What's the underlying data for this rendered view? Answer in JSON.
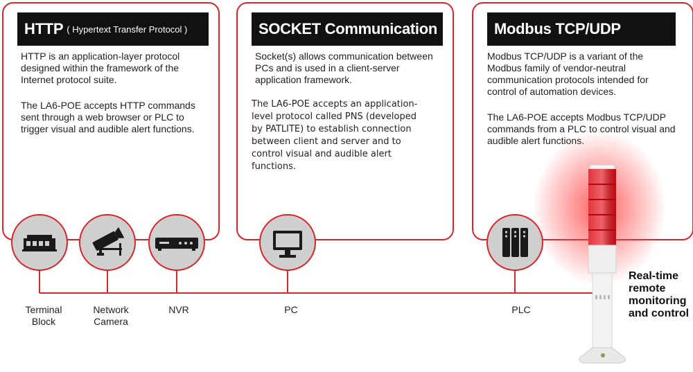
{
  "panels": {
    "http": {
      "title": "HTTP",
      "subtitle": "( Hypertext Transfer Protocol )",
      "para1": "HTTP is an application-layer protocol designed within the framework of the Internet protocol suite.",
      "para2": "The LA6-POE accepts HTTP commands sent through a web browser or PLC to trigger visual and audible alert functions."
    },
    "socket": {
      "title": "SOCKET Communication",
      "para1": "Socket(s) allows communication between PCs and is used in a client-server application framework.",
      "para2": "The LA6-POE accepts an application-level protocol called PNS (developed by PATLITE) to establish connection between client and server and to control visual and audible alert functions."
    },
    "modbus": {
      "title": "Modbus TCP/UDP",
      "para1": "Modbus TCP/UDP is a variant of the Modbus family of vendor-neutral communication protocols intended for control of automation devices.",
      "para2": "The LA6-POE accepts Modbus TCP/UDP commands from a PLC to control visual and audible alert functions."
    }
  },
  "devices": [
    {
      "id": "terminal-block",
      "label_lines": [
        "Terminal",
        "Block"
      ],
      "icon": "terminal-block-icon"
    },
    {
      "id": "network-camera",
      "label_lines": [
        "Network",
        "Camera"
      ],
      "icon": "camera-icon"
    },
    {
      "id": "nvr",
      "label_lines": [
        "NVR"
      ],
      "icon": "nvr-icon"
    },
    {
      "id": "pc",
      "label_lines": [
        "PC"
      ],
      "icon": "monitor-icon"
    },
    {
      "id": "plc",
      "label_lines": [
        "PLC"
      ],
      "icon": "plc-icon"
    }
  ],
  "caption_lines": [
    "Real-time",
    "remote",
    "monitoring",
    "and control"
  ],
  "colors": {
    "accent": "#d9252a",
    "title_bar": "#111111",
    "icon_bg": "#cfcfcf",
    "icon_fg": "#1a1a1a"
  }
}
